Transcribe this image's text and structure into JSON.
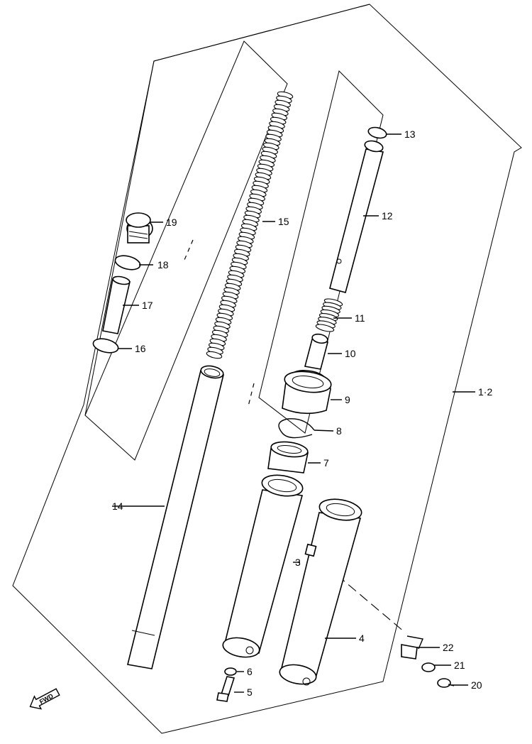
{
  "diagram": {
    "callouts": [
      {
        "id": "c1",
        "text": "1·2"
      },
      {
        "id": "c3",
        "text": "3"
      },
      {
        "id": "c4",
        "text": "4"
      },
      {
        "id": "c5",
        "text": "5"
      },
      {
        "id": "c6",
        "text": "6"
      },
      {
        "id": "c7",
        "text": "7"
      },
      {
        "id": "c8",
        "text": "8"
      },
      {
        "id": "c9",
        "text": "9"
      },
      {
        "id": "c10",
        "text": "10"
      },
      {
        "id": "c11",
        "text": "11"
      },
      {
        "id": "c12",
        "text": "12"
      },
      {
        "id": "c13",
        "text": "13"
      },
      {
        "id": "c14",
        "text": "14"
      },
      {
        "id": "c15",
        "text": "15"
      },
      {
        "id": "c16",
        "text": "16"
      },
      {
        "id": "c17",
        "text": "17"
      },
      {
        "id": "c18",
        "text": "18"
      },
      {
        "id": "c19",
        "text": "19"
      },
      {
        "id": "c20",
        "text": "20"
      },
      {
        "id": "c21",
        "text": "21"
      },
      {
        "id": "c22",
        "text": "22"
      }
    ],
    "fwd_label": "FWD"
  }
}
